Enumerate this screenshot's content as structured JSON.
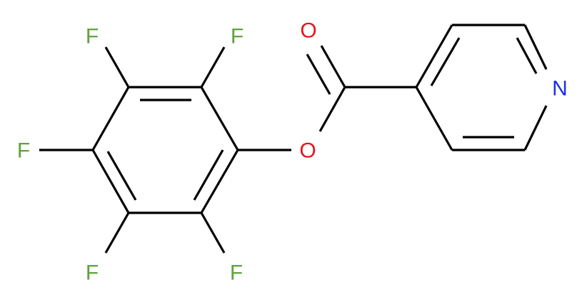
{
  "molecule": {
    "atoms": {
      "F_top_left": {
        "symbol": "F",
        "color": "#5fa33a"
      },
      "F_top_right": {
        "symbol": "F",
        "color": "#5fa33a"
      },
      "F_left": {
        "symbol": "F",
        "color": "#5fa33a"
      },
      "F_bottom_left": {
        "symbol": "F",
        "color": "#5fa33a"
      },
      "F_bottom_right": {
        "symbol": "F",
        "color": "#5fa33a"
      },
      "O_carbonyl": {
        "symbol": "O",
        "color": "#e8131b"
      },
      "O_ester": {
        "symbol": "O",
        "color": "#e8131b"
      },
      "N_pyridine": {
        "symbol": "N",
        "color": "#1b2fe8"
      }
    },
    "bond_color": "#000000",
    "background": "#ffffff"
  }
}
